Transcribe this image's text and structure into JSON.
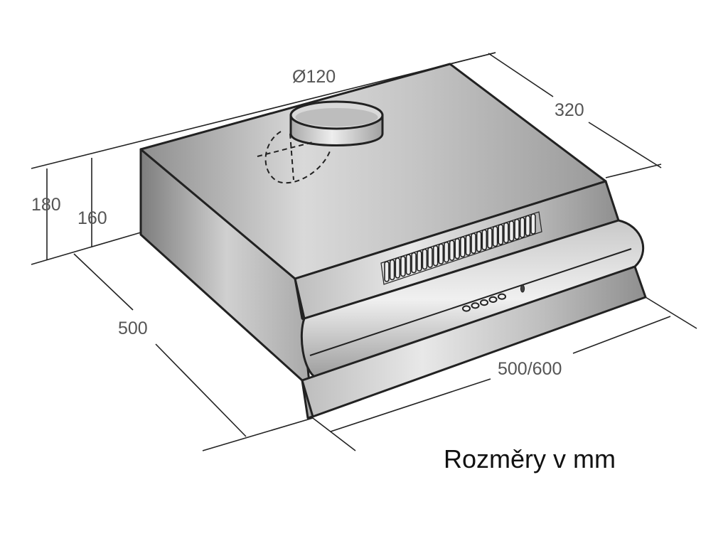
{
  "diagram": {
    "dimensions": {
      "duct_diameter": "Ø120",
      "depth_top": "320",
      "height_total": "180",
      "height_body": "160",
      "depth_side": "500",
      "width": "500/600"
    },
    "caption": "Rozměry v mm",
    "control_buttons": 5
  },
  "colors": {
    "line": "#222222",
    "label": "#555555",
    "caption": "#111111",
    "steel_light": "#e6e6e6",
    "steel_mid": "#b8b8b8",
    "steel_dark": "#8c8c8c"
  }
}
